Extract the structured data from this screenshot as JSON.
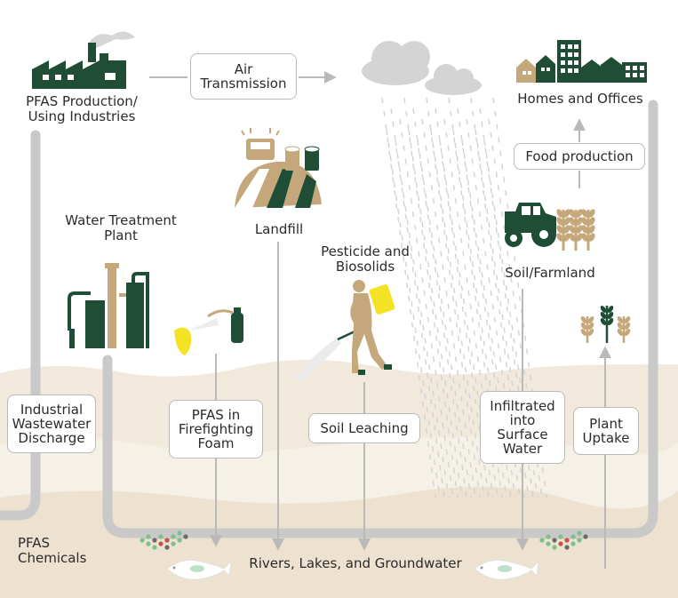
{
  "nodes": {
    "industries": "PFAS Production/\nUsing Industries",
    "air": "Air\nTransmission",
    "homes": "Homes and Offices",
    "food": "Food production",
    "landfill": "Landfill",
    "water_plant": "Water Treatment\nPlant",
    "pesticide": "Pesticide and\nBiosolids",
    "soil_farmland": "Soil/Farmland",
    "industrial_discharge": "Industrial\nWastewater\nDischarge",
    "firefighting_foam": "PFAS in\nFirefighting\nFoam",
    "soil_leaching": "Soil Leaching",
    "infiltrated": "Infiltrated\ninto\nSurface\nWater",
    "plant_uptake": "Plant\nUptake",
    "pfas_chemicals": "PFAS\nChemicals",
    "rivers": "Rivers, Lakes, and Groundwater"
  },
  "colors": {
    "dark_green": "#1f4d36",
    "tan": "#c4a77a",
    "sand": "#efe7d9",
    "sand_light": "#f5f0e6",
    "pipe": "#c9c9c9",
    "yellow": "#f4e225"
  },
  "icons": [
    "factory-icon",
    "cloud-rain-icon",
    "houses-icon",
    "landfill-icon",
    "water-treatment-icon",
    "fire-extinguisher-icon",
    "sprayer-person-icon",
    "tractor-icon",
    "wheat-icon",
    "sprout-icon",
    "molecule-icon",
    "fish-icon"
  ]
}
